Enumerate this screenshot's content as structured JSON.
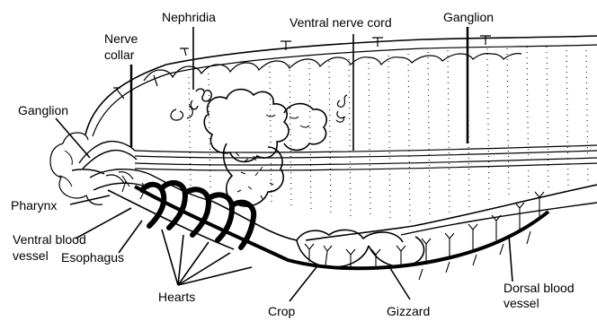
{
  "labels": {
    "nephridia": "Nephridia",
    "ventral_nerve_cord": "Ventral nerve cord",
    "ganglion_top": "Ganglion",
    "nerve_collar_line1": "Nerve",
    "nerve_collar_line2": "collar",
    "ganglion_left": "Ganglion",
    "pharynx": "Pharynx",
    "ventral_blood_vessel_line1": "Ventral blood",
    "ventral_blood_vessel_line2": "vessel",
    "esophagus": "Esophagus",
    "hearts": "Hearts",
    "crop": "Crop",
    "gizzard": "Gizzard",
    "dorsal_blood_vessel_line1": "Dorsal blood",
    "dorsal_blood_vessel_line2": "vessel"
  }
}
